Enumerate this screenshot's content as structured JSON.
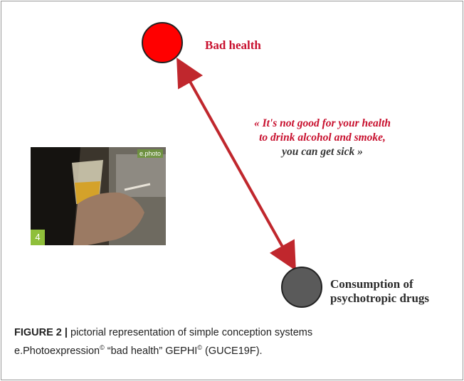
{
  "nodes": {
    "bad_health": {
      "label": "Bad health",
      "color": "#ff0000"
    },
    "consumption": {
      "label_line1": "Consumption of",
      "label_line2": "psychotropic drugs",
      "color": "#5a5a5a"
    }
  },
  "edge": {
    "color": "#c0272d"
  },
  "quote": {
    "line1": "« It's not good for your health",
    "line2": "to drink alcohol and smoke,",
    "line3": "you can get sick »"
  },
  "photo": {
    "brand": "e.photo",
    "number": "4"
  },
  "caption": {
    "label": "FIGURE 2 |",
    "line1": "pictorial representation of simple conception systems",
    "part2_a": "e.Photoexpression",
    "part2_sup": "©",
    "part2_b": " “bad health” GEPHI",
    "part2_sup2": "©",
    "part2_c": " (GUCE19F)."
  }
}
